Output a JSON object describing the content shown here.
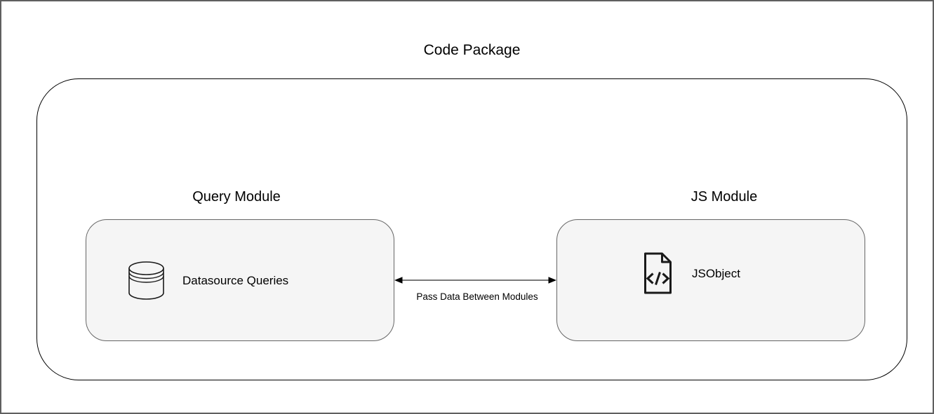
{
  "diagram": {
    "title": "Code Package",
    "container": {
      "label": "Code Package",
      "fill": "#ffffff",
      "stroke": "#000000"
    },
    "modules": [
      {
        "name": "Query Module",
        "item": {
          "label": "Datasource Queries",
          "icon": "database-icon"
        },
        "fill": "#f5f5f5",
        "stroke": "#666666"
      },
      {
        "name": "JS Module",
        "item": {
          "label": "JSObject",
          "icon": "code-file-icon"
        },
        "fill": "#f5f5f5",
        "stroke": "#666666"
      }
    ],
    "connector": {
      "label": "Pass Data Between Modules",
      "type": "bidirectional-arrow",
      "line_color": "#666666",
      "arrowhead_color": "#000000"
    }
  }
}
